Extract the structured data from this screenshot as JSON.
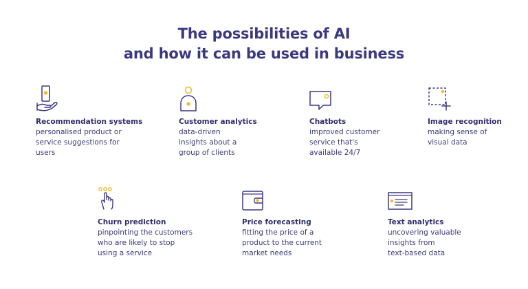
{
  "title": {
    "line1": "The possibilities of AI",
    "line2": "and how it can be used in business"
  },
  "cards": [
    {
      "icon": "hand-phone-icon",
      "heading": "Recommendation systems",
      "description": "personalised product or\nservice suggestions for\nusers"
    },
    {
      "icon": "user-icon",
      "heading": "Customer analytics",
      "description": "data-driven\ninsights about a\ngroup of clients"
    },
    {
      "icon": "chat-bubble-icon",
      "heading": "Chatbots",
      "description": "improved customer\nservice that's\navailable 24/7"
    },
    {
      "icon": "image-selection-icon",
      "heading": "Image recognition",
      "description": "making sense of\nvisual data"
    },
    {
      "icon": "pointing-hand-icon",
      "heading": "Churn prediction",
      "description": "pinpointing the customers\nwho are likely to stop\nusing a service"
    },
    {
      "icon": "wallet-icon",
      "heading": "Price forecasting",
      "description": "fitting the price of a\nproduct to the current\nmarket needs"
    },
    {
      "icon": "text-document-icon",
      "heading": "Text analytics",
      "description": "uncovering valuable\ninsights from\ntext-based data"
    }
  ],
  "colors": {
    "primary": "#3a3880",
    "accent": "#f5b81c"
  }
}
